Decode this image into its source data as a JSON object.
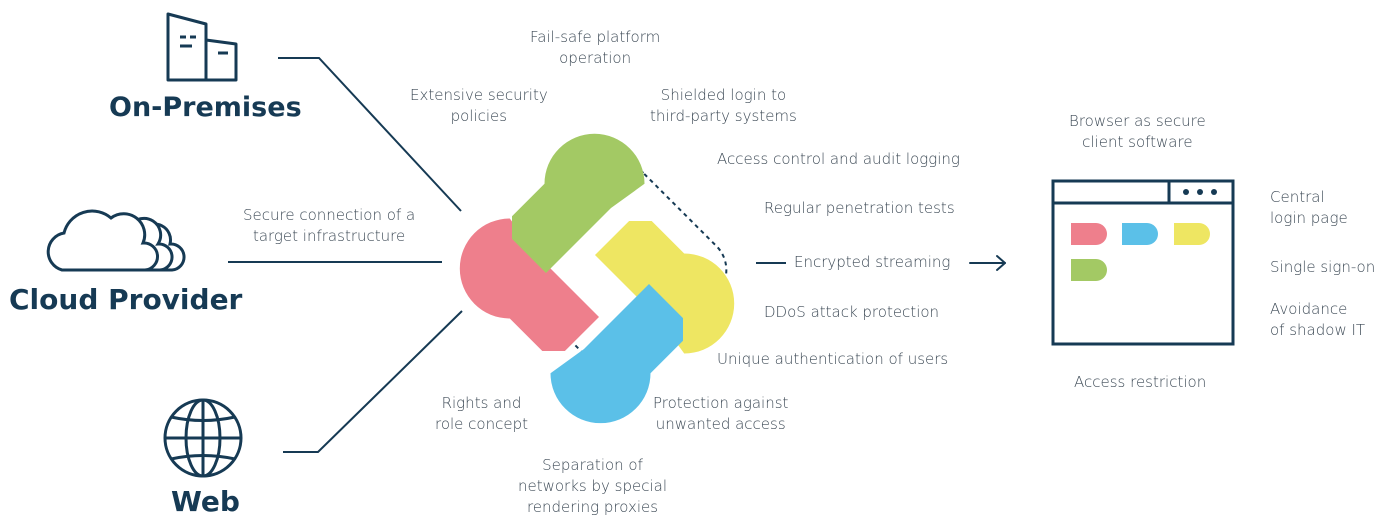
{
  "sources": {
    "on_premises": "On-Premises",
    "cloud_provider": "Cloud Provider",
    "web": "Web"
  },
  "connection_label": [
    "Secure connection of a",
    "target infrastructure"
  ],
  "features": {
    "fail_safe": [
      "Fail-safe platform",
      "operation"
    ],
    "security_policies": [
      "Extensive security",
      "policies"
    ],
    "shielded_login": [
      "Shielded login to",
      "third-party systems"
    ],
    "access_control": "Access control and audit logging",
    "penetration_tests": "Regular penetration tests",
    "encrypted_streaming": "Encrypted streaming",
    "ddos": "DDoS attack protection",
    "unique_auth": "Unique authentication of users",
    "unwanted_access": [
      "Protection against",
      "unwanted access"
    ],
    "rights_roles": [
      "Rights and",
      "role concept"
    ],
    "separation": [
      "Separation of",
      "networks by special",
      "rendering proxies"
    ]
  },
  "client": {
    "browser_label": [
      "Browser as secure",
      "client software"
    ],
    "central_login": [
      "Central",
      "login page"
    ],
    "sso": "Single sign-on",
    "shadow_it": [
      "Avoidance",
      "of shadow IT"
    ],
    "access_restriction": "Access restriction"
  },
  "colors": {
    "navy": "#163a54",
    "green": "#a3c964",
    "yellow": "#eee662",
    "red": "#ee7f8c",
    "blue": "#5bc0e8",
    "text": "#3d4a56"
  },
  "icons": [
    "buildings-icon",
    "cloud-icon",
    "globe-icon",
    "arrow-right-icon",
    "browser-window-icon",
    "logo-icon"
  ]
}
